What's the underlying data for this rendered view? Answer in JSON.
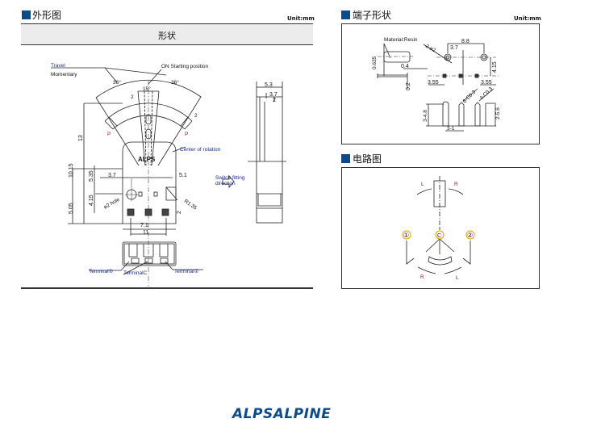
{
  "outline": {
    "title": "外形图",
    "unit": "Unit:mm",
    "band_title": "形状",
    "labels": {
      "travel": "Travel",
      "momentary": "Momentary",
      "on_start": "ON Starting position",
      "angle_left": "36°",
      "angle_right": "36°",
      "angle_top": "15°",
      "p_left": "P",
      "p_right": "P",
      "two_top": "2",
      "two_right": "2",
      "center": "Center of rotation",
      "brand_mark": "ALPS",
      "d13": "13",
      "d1015": "10.15",
      "d535": "5.35",
      "d37": "3.7",
      "d51": "5.1",
      "d415": "4.15",
      "d505": "5.05",
      "hole": "ø2 hole",
      "r135": "R1.35",
      "d2b": "2",
      "d71": "7.1",
      "d11": "11",
      "terminal1": "Terminal①",
      "terminalc": "TerminalC",
      "terminal2": "Terminal②",
      "side_53": "5.3",
      "side_37": "3.7",
      "side_2": "2",
      "switch_fitting_1": "Switch fitting",
      "switch_fitting_2": "direction"
    }
  },
  "terminal_shape": {
    "title": "端子形状",
    "unit": "Unit:mm",
    "labels": {
      "material": "Material:Resin",
      "d0635": "0.635",
      "d04": "0.4",
      "d02": "0.2",
      "d22": "2-ø2",
      "d88": "8.8",
      "d37": "3.7",
      "d415": "4.15",
      "d355a": "3.55",
      "d355b": "3.55",
      "c03a": "6-C0.3",
      "c03b": "4-C0.3",
      "d348": "3-4.8",
      "d31": "3-1",
      "d256": "2-5.6"
    }
  },
  "circuit": {
    "title": "电路图",
    "labels": {
      "l_top": "L",
      "r_top": "R",
      "t1": "①",
      "tc": "C",
      "t2": "②",
      "r_bottom": "R",
      "l_bottom": "L"
    }
  },
  "footer": {
    "logo": "ALPSALPINE"
  },
  "colors": {
    "accent": "#0d4a8a",
    "band": "#ececec"
  }
}
